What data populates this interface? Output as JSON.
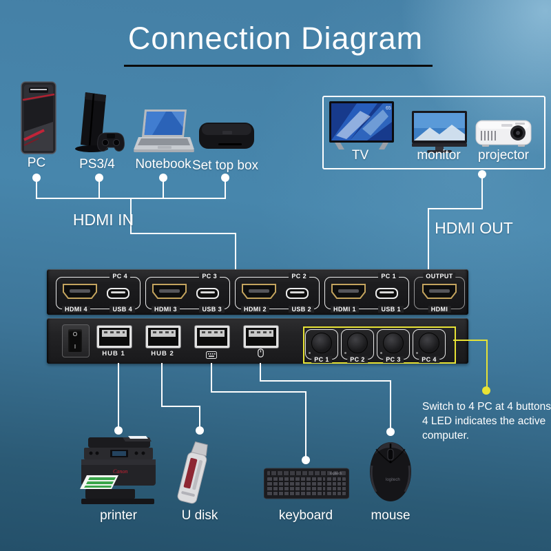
{
  "title": {
    "text": "Connection Diagram"
  },
  "sources": [
    {
      "label": "PC"
    },
    {
      "label": "PS3/4"
    },
    {
      "label": "Notebook"
    },
    {
      "label": "Set top box"
    }
  ],
  "displays": [
    {
      "label": "TV"
    },
    {
      "label": "monitor"
    },
    {
      "label": "projector"
    }
  ],
  "hdmi_in_label": "HDMI IN",
  "hdmi_out_label": "HDMI OUT",
  "switch_top": {
    "groups": [
      {
        "group": "PC 4",
        "hdmi": "HDMI 4",
        "usb": "USB 4"
      },
      {
        "group": "PC 3",
        "hdmi": "HDMI 3",
        "usb": "USB 3"
      },
      {
        "group": "PC 2",
        "hdmi": "HDMI 2",
        "usb": "USB 2"
      },
      {
        "group": "PC 1",
        "hdmi": "HDMI 1",
        "usb": "USB 1"
      }
    ],
    "output": {
      "group": "OUTPUT",
      "hdmi": "HDMI"
    }
  },
  "switch_front": {
    "power": {
      "off": "O",
      "on": "I"
    },
    "hubs": [
      {
        "label": "HUB 1"
      },
      {
        "label": "HUB 2"
      },
      {
        "icon": "keyboard-port-icon"
      },
      {
        "icon": "mouse-port-icon"
      }
    ],
    "buttons": [
      {
        "label": "PC 1"
      },
      {
        "label": "PC 2"
      },
      {
        "label": "PC 3"
      },
      {
        "label": "PC 4"
      }
    ]
  },
  "annotation": {
    "lines": [
      "Switch to 4 PC at 4 buttons,",
      "4 LED indicates the active",
      "computer."
    ]
  },
  "peripherals": [
    {
      "label": "printer"
    },
    {
      "label": "U disk"
    },
    {
      "label": "keyboard"
    },
    {
      "label": "mouse"
    }
  ],
  "colors": {
    "accent_yellow": "#e8e335",
    "wire_white": "#ffffff",
    "hdmi_gold": "#c4a45e",
    "panel_black": "#1d1d1f",
    "background_blue": "#4786ac"
  }
}
